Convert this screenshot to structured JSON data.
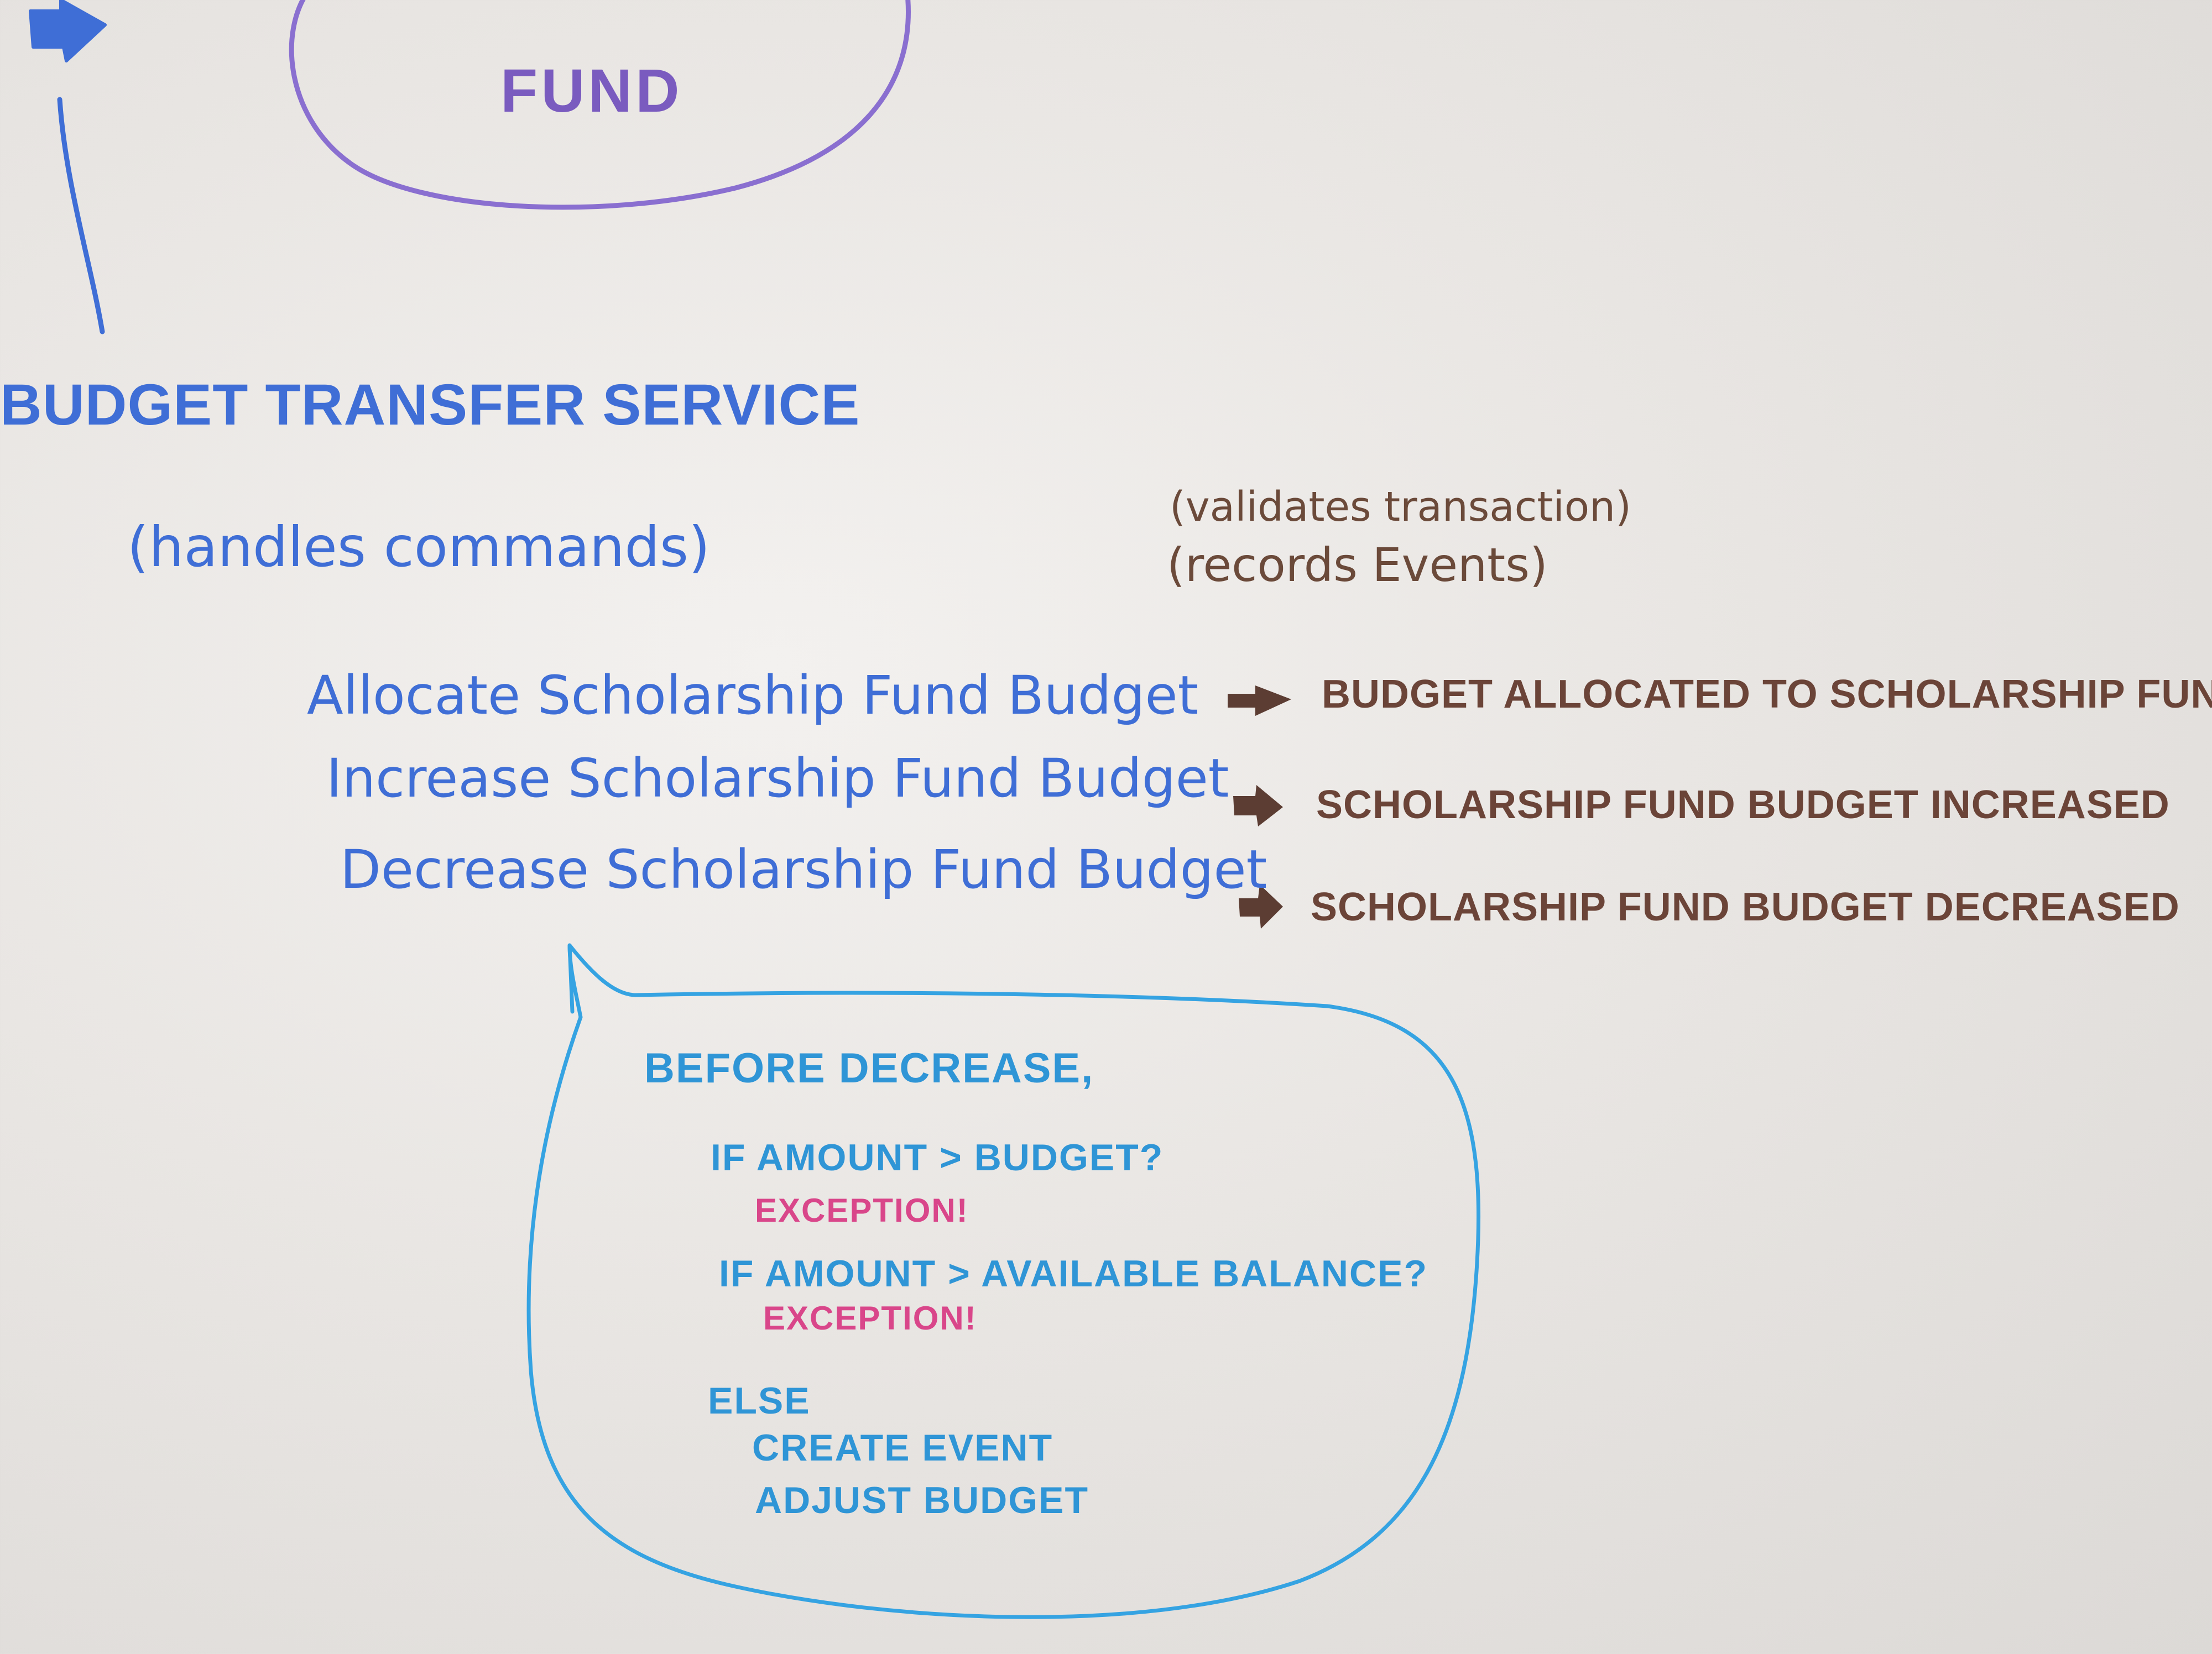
{
  "colors": {
    "board": "#ebe8e5",
    "purple_marker": "#7a5bbf",
    "blue_marker": "#3f6ed6",
    "light_blue_marker": "#2f95d6",
    "brown_marker": "#6b4438",
    "pink_marker": "#d9468a"
  },
  "top": {
    "fund_label": "FUND"
  },
  "service": {
    "title": "BUDGET TRANSFER SERVICE",
    "note": "(handles commands)"
  },
  "notes": {
    "validates": "(validates transaction)",
    "records": "(records Events)"
  },
  "commands": [
    "Allocate Scholarship Fund Budget",
    "Increase Scholarship Fund Budget",
    "Decrease Scholarship Fund Budget"
  ],
  "events": [
    "BUDGET ALLOCATED TO SCHOLARSHIP FUND",
    "SCHOLARSHIP FUND BUDGET INCREASED",
    "SCHOLARSHIP FUND BUDGET DECREASED"
  ],
  "rules": {
    "before": "BEFORE DECREASE,",
    "if_budget": "IF AMOUNT > BUDGET?",
    "exception_1": "EXCEPTION!",
    "if_balance": "IF AMOUNT > AVAILABLE BALANCE?",
    "exception_2": "EXCEPTION!",
    "else": "ELSE",
    "create_event": "CREATE EVENT",
    "adjust_budget": "ADJUST BUDGET"
  }
}
